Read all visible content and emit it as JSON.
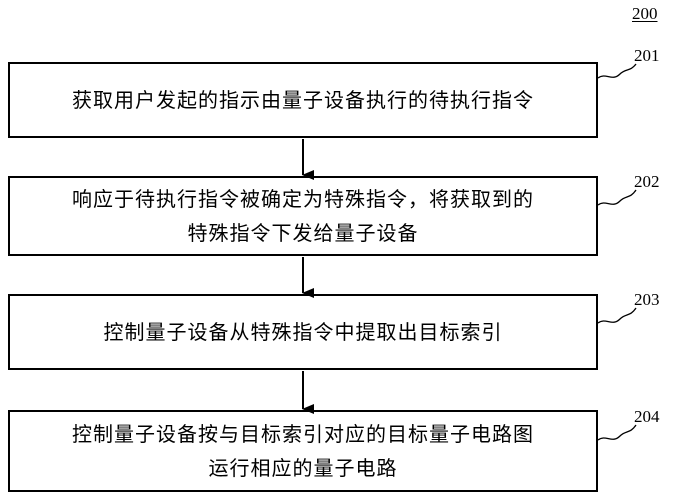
{
  "figure": {
    "number": "200"
  },
  "steps": [
    {
      "id": "201",
      "text": "获取用户发起的指示由量子设备执行的待执行指令"
    },
    {
      "id": "202",
      "text": "响应于待执行指令被确定为特殊指令，将获取到的\n特殊指令下发给量子设备"
    },
    {
      "id": "203",
      "text": "控制量子设备从特殊指令中提取出目标索引"
    },
    {
      "id": "204",
      "text": "控制量子设备按与目标索引对应的目标量子电路图\n运行相应的量子电路"
    }
  ]
}
